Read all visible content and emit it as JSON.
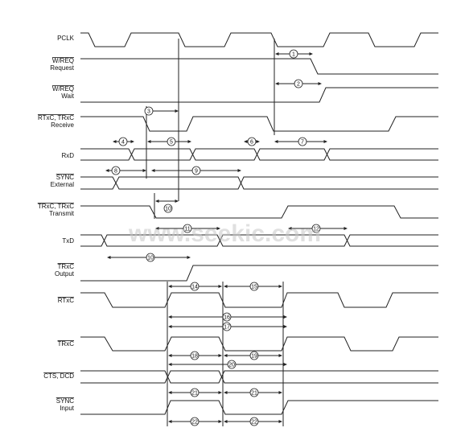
{
  "signals": [
    {
      "id": "pclk",
      "lines": [
        "PCLK"
      ],
      "over": [
        false
      ]
    },
    {
      "id": "wreq-request",
      "lines": [
        "W/REQ",
        "Request"
      ],
      "over": [
        true,
        false
      ]
    },
    {
      "id": "wreq-wait",
      "lines": [
        "W/REQ",
        "Wait"
      ],
      "over": [
        true,
        false
      ]
    },
    {
      "id": "rtxc-receive",
      "lines": [
        "RTxC, TRxC",
        "Receive"
      ],
      "over": [
        true,
        false
      ]
    },
    {
      "id": "rxd",
      "lines": [
        "RxD"
      ],
      "over": [
        false
      ]
    },
    {
      "id": "sync-external",
      "lines": [
        "SYNC",
        "External"
      ],
      "over": [
        true,
        false
      ]
    },
    {
      "id": "trxc-transmit",
      "lines": [
        "TRxC, TRxC",
        "Transmit"
      ],
      "over": [
        true,
        false
      ]
    },
    {
      "id": "txd",
      "lines": [
        "TxD"
      ],
      "over": [
        false
      ]
    },
    {
      "id": "trxc-output",
      "lines": [
        "TRxC",
        "Output"
      ],
      "over": [
        true,
        false
      ]
    },
    {
      "id": "rtxc",
      "lines": [
        "RTxC"
      ],
      "over": [
        true
      ]
    },
    {
      "id": "trxc",
      "lines": [
        "TRxC"
      ],
      "over": [
        true
      ]
    },
    {
      "id": "cts-dcd",
      "lines": [
        "CTS, DCD"
      ],
      "over": [
        true
      ]
    },
    {
      "id": "sync-input",
      "lines": [
        "SYNC",
        "Input"
      ],
      "over": [
        true,
        false
      ]
    }
  ],
  "timing_params": [
    "1",
    "2",
    "3",
    "4",
    "5",
    "6",
    "7",
    "8",
    "9",
    "10",
    "10",
    "11",
    "12",
    "10",
    "14",
    "15",
    "16",
    "17",
    "18",
    "19",
    "20",
    "21",
    "21",
    "22",
    "22"
  ],
  "watermark": "www.seekic.com"
}
